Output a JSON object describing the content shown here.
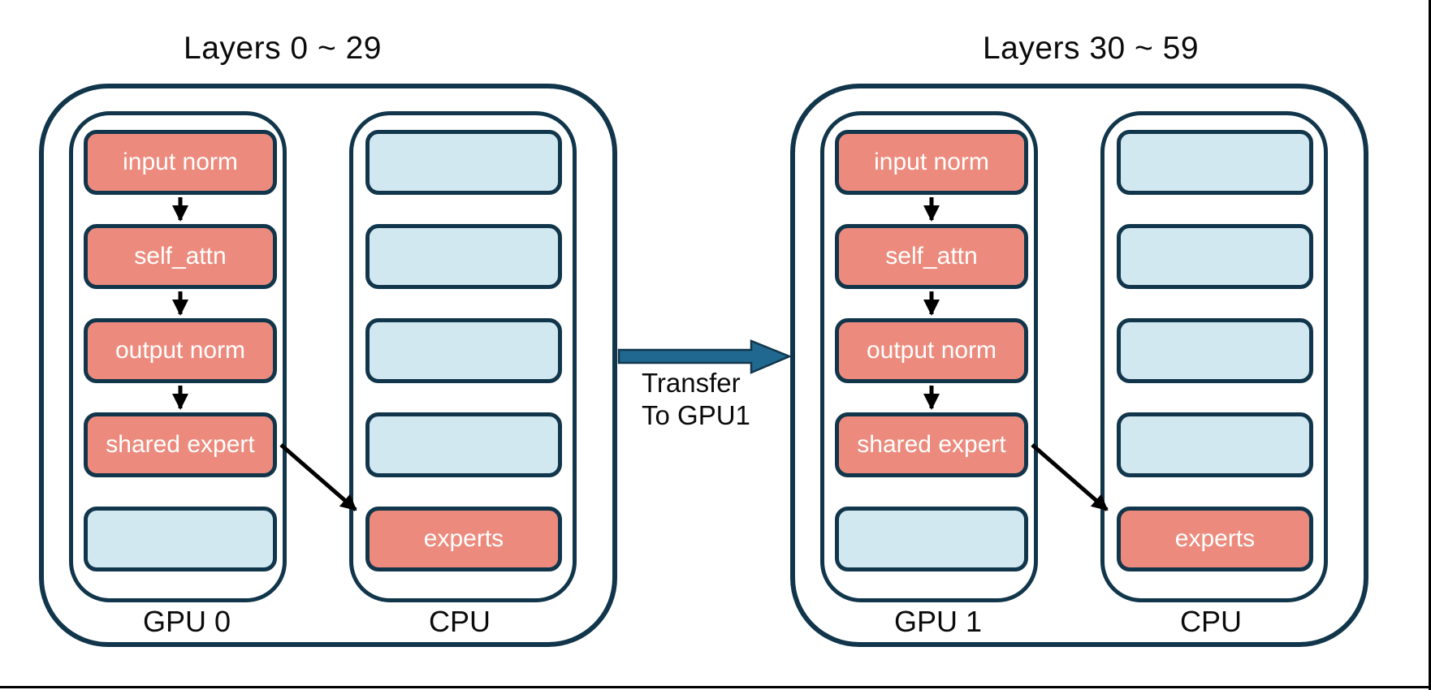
{
  "diagram": {
    "groups": [
      {
        "title": "Layers 0 ~ 29",
        "gpu_label": "GPU 0",
        "cpu_label": "CPU",
        "gpu_boxes": [
          "input norm",
          "self_attn",
          "output norm",
          "shared expert",
          ""
        ],
        "cpu_boxes": [
          "",
          "",
          "",
          "",
          "experts"
        ]
      },
      {
        "title": "Layers 30 ~ 59",
        "gpu_label": "GPU 1",
        "cpu_label": "CPU",
        "gpu_boxes": [
          "input norm",
          "self_attn",
          "output norm",
          "shared expert",
          ""
        ],
        "cpu_boxes": [
          "",
          "",
          "",
          "",
          "experts"
        ]
      }
    ],
    "transfer": {
      "line1": "Transfer",
      "line2": "To GPU1"
    },
    "colors": {
      "module_fill": "#EC8B7D",
      "placeholder_fill": "#D2E8F1",
      "outline": "#11364B",
      "transfer_arrow_fill": "#216890",
      "flow_arrow": "#000000"
    }
  }
}
